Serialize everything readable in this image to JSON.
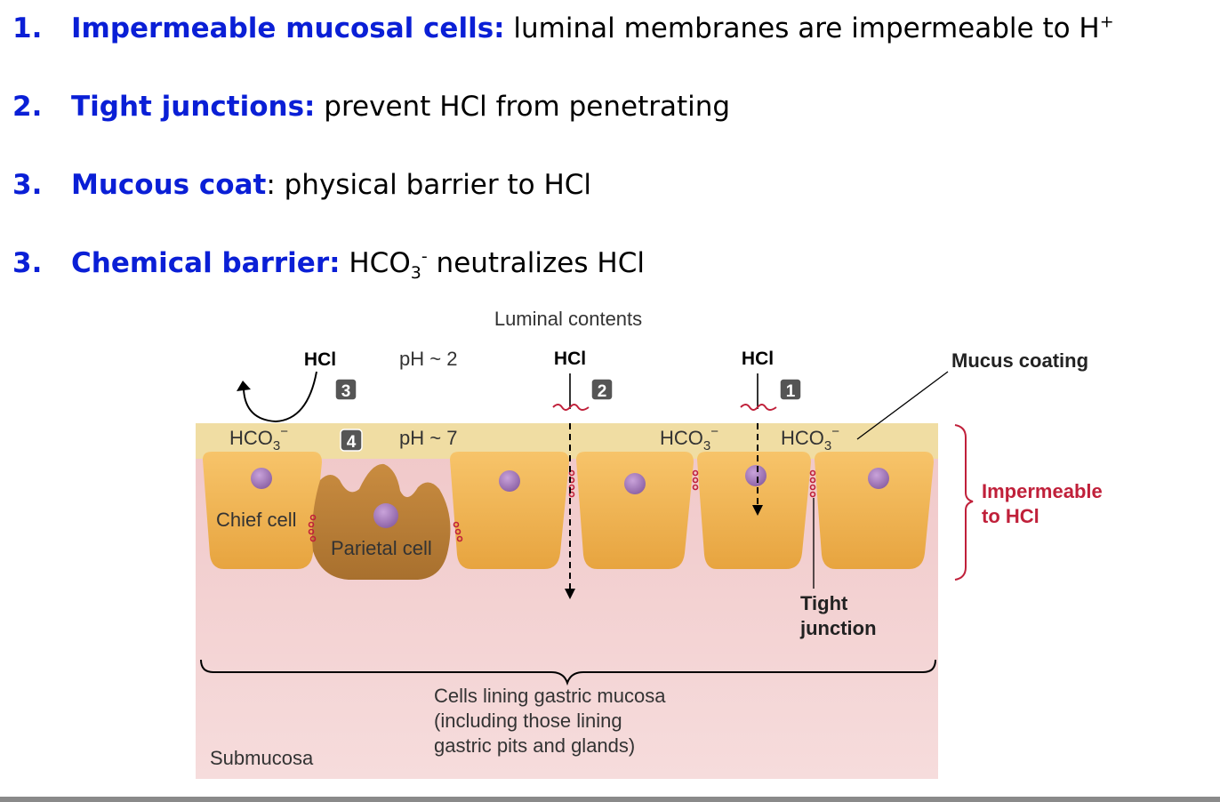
{
  "points": [
    {
      "number": "1.",
      "term": "Impermeable mucosal cells:",
      "text": " luminal membranes are impermeable to H",
      "sup": "+"
    },
    {
      "number": "2.",
      "term": "Tight junctions:",
      "text": " prevent HCl from penetrating"
    },
    {
      "number": "3.",
      "term": "Mucous coat",
      "text": ": physical barrier to HCl"
    },
    {
      "number": "3.",
      "term": "Chemical barrier:",
      "text_before": " HCO",
      "sub": "3",
      "sup": "-",
      "text_after": " neutralizes HCl"
    }
  ],
  "diagram": {
    "luminal_contents": "Luminal contents",
    "hcl": "HCl",
    "ph_lumen": "pH ~ 2",
    "ph_surface": "pH ~ 7",
    "hco3_base": "HCO",
    "hco3_sub": "3",
    "hco3_sup": "−",
    "badges": [
      "1",
      "2",
      "3",
      "4"
    ],
    "chief_cell": "Chief cell",
    "parietal_cell": "Parietal cell",
    "mucus_coating": "Mucus coating",
    "impermeable": [
      "Impermeable",
      "to HCl"
    ],
    "tight_junction": [
      "Tight",
      "junction"
    ],
    "lining_cells": [
      "Cells lining gastric mucosa",
      "(including those lining",
      "gastric pits and glands)"
    ],
    "submucosa": "Submucosa"
  },
  "colors": {
    "heading_blue": "#0a1fd6",
    "mucus": "#f0dda3",
    "cell": "#f2b75b",
    "parietal": "#b87d38",
    "nucleus": "#a377b8",
    "submucosa": "#f3cfd0",
    "junction_red": "#c0203a",
    "badge": "#555555"
  }
}
